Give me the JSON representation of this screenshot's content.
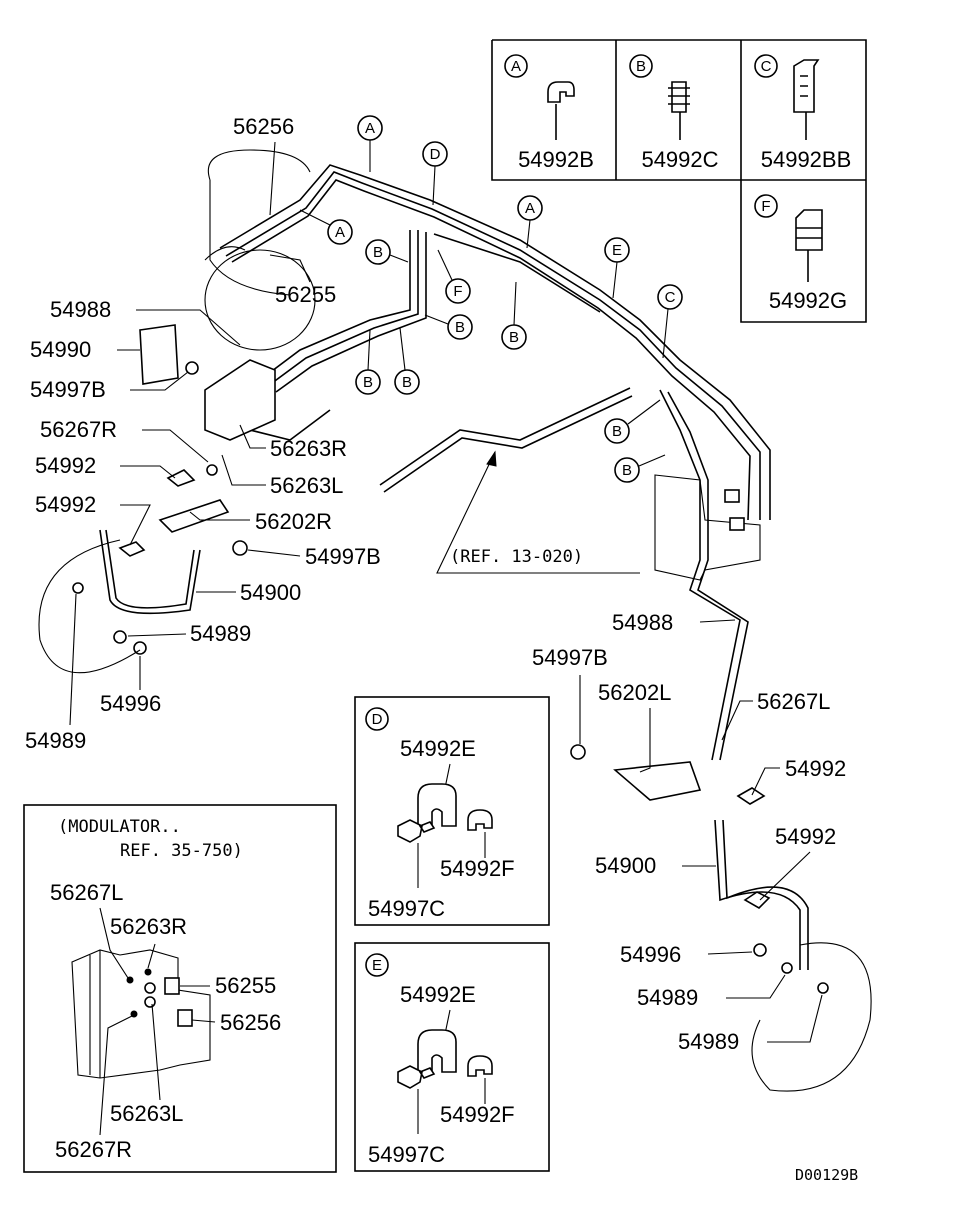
{
  "diagram": {
    "code": "D00129B",
    "reference_note": "(REF. 13-020)",
    "modulator_note": [
      "(MODULATOR..",
      "REF. 35-750)"
    ],
    "legend": [
      {
        "letter": "A",
        "part": "54992B"
      },
      {
        "letter": "B",
        "part": "54992C"
      },
      {
        "letter": "C",
        "part": "54992BB"
      },
      {
        "letter": "F",
        "part": "54992G"
      }
    ],
    "panel_d": {
      "letter": "D",
      "parts": [
        "54992E",
        "54992F",
        "54997C"
      ]
    },
    "panel_e": {
      "letter": "E",
      "parts": [
        "54992E",
        "54992F",
        "54997C"
      ]
    },
    "modulator_parts": [
      "56267L",
      "56263R",
      "56255",
      "56256",
      "56263L",
      "56267R"
    ],
    "callouts": {
      "A1": "A",
      "A2": "A",
      "A3": "A",
      "B1": "B",
      "B2": "B",
      "B3": "B",
      "B4": "B",
      "B5": "B",
      "B6": "B",
      "B7": "B",
      "C1": "C",
      "D1": "D",
      "E1": "E",
      "F1": "F"
    },
    "labels": {
      "p56256": "56256",
      "p56255": "56255",
      "p54988a": "54988",
      "p54990": "54990",
      "p54997Ba": "54997B",
      "p56267R": "56267R",
      "p54992a": "54992",
      "p56263R": "56263R",
      "p54992b": "54992",
      "p56263L": "56263L",
      "p56202R": "56202R",
      "p54997Bb": "54997B",
      "p54900a": "54900",
      "p54989a": "54989",
      "p54996a": "54996",
      "p54989b": "54989",
      "p54988b": "54988",
      "p54997Bc": "54997B",
      "p56202L": "56202L",
      "p56267L": "56267L",
      "p54992c": "54992",
      "p54900b": "54900",
      "p54992d": "54992",
      "p54996b": "54996",
      "p54989c": "54989",
      "p54989d": "54989"
    }
  }
}
